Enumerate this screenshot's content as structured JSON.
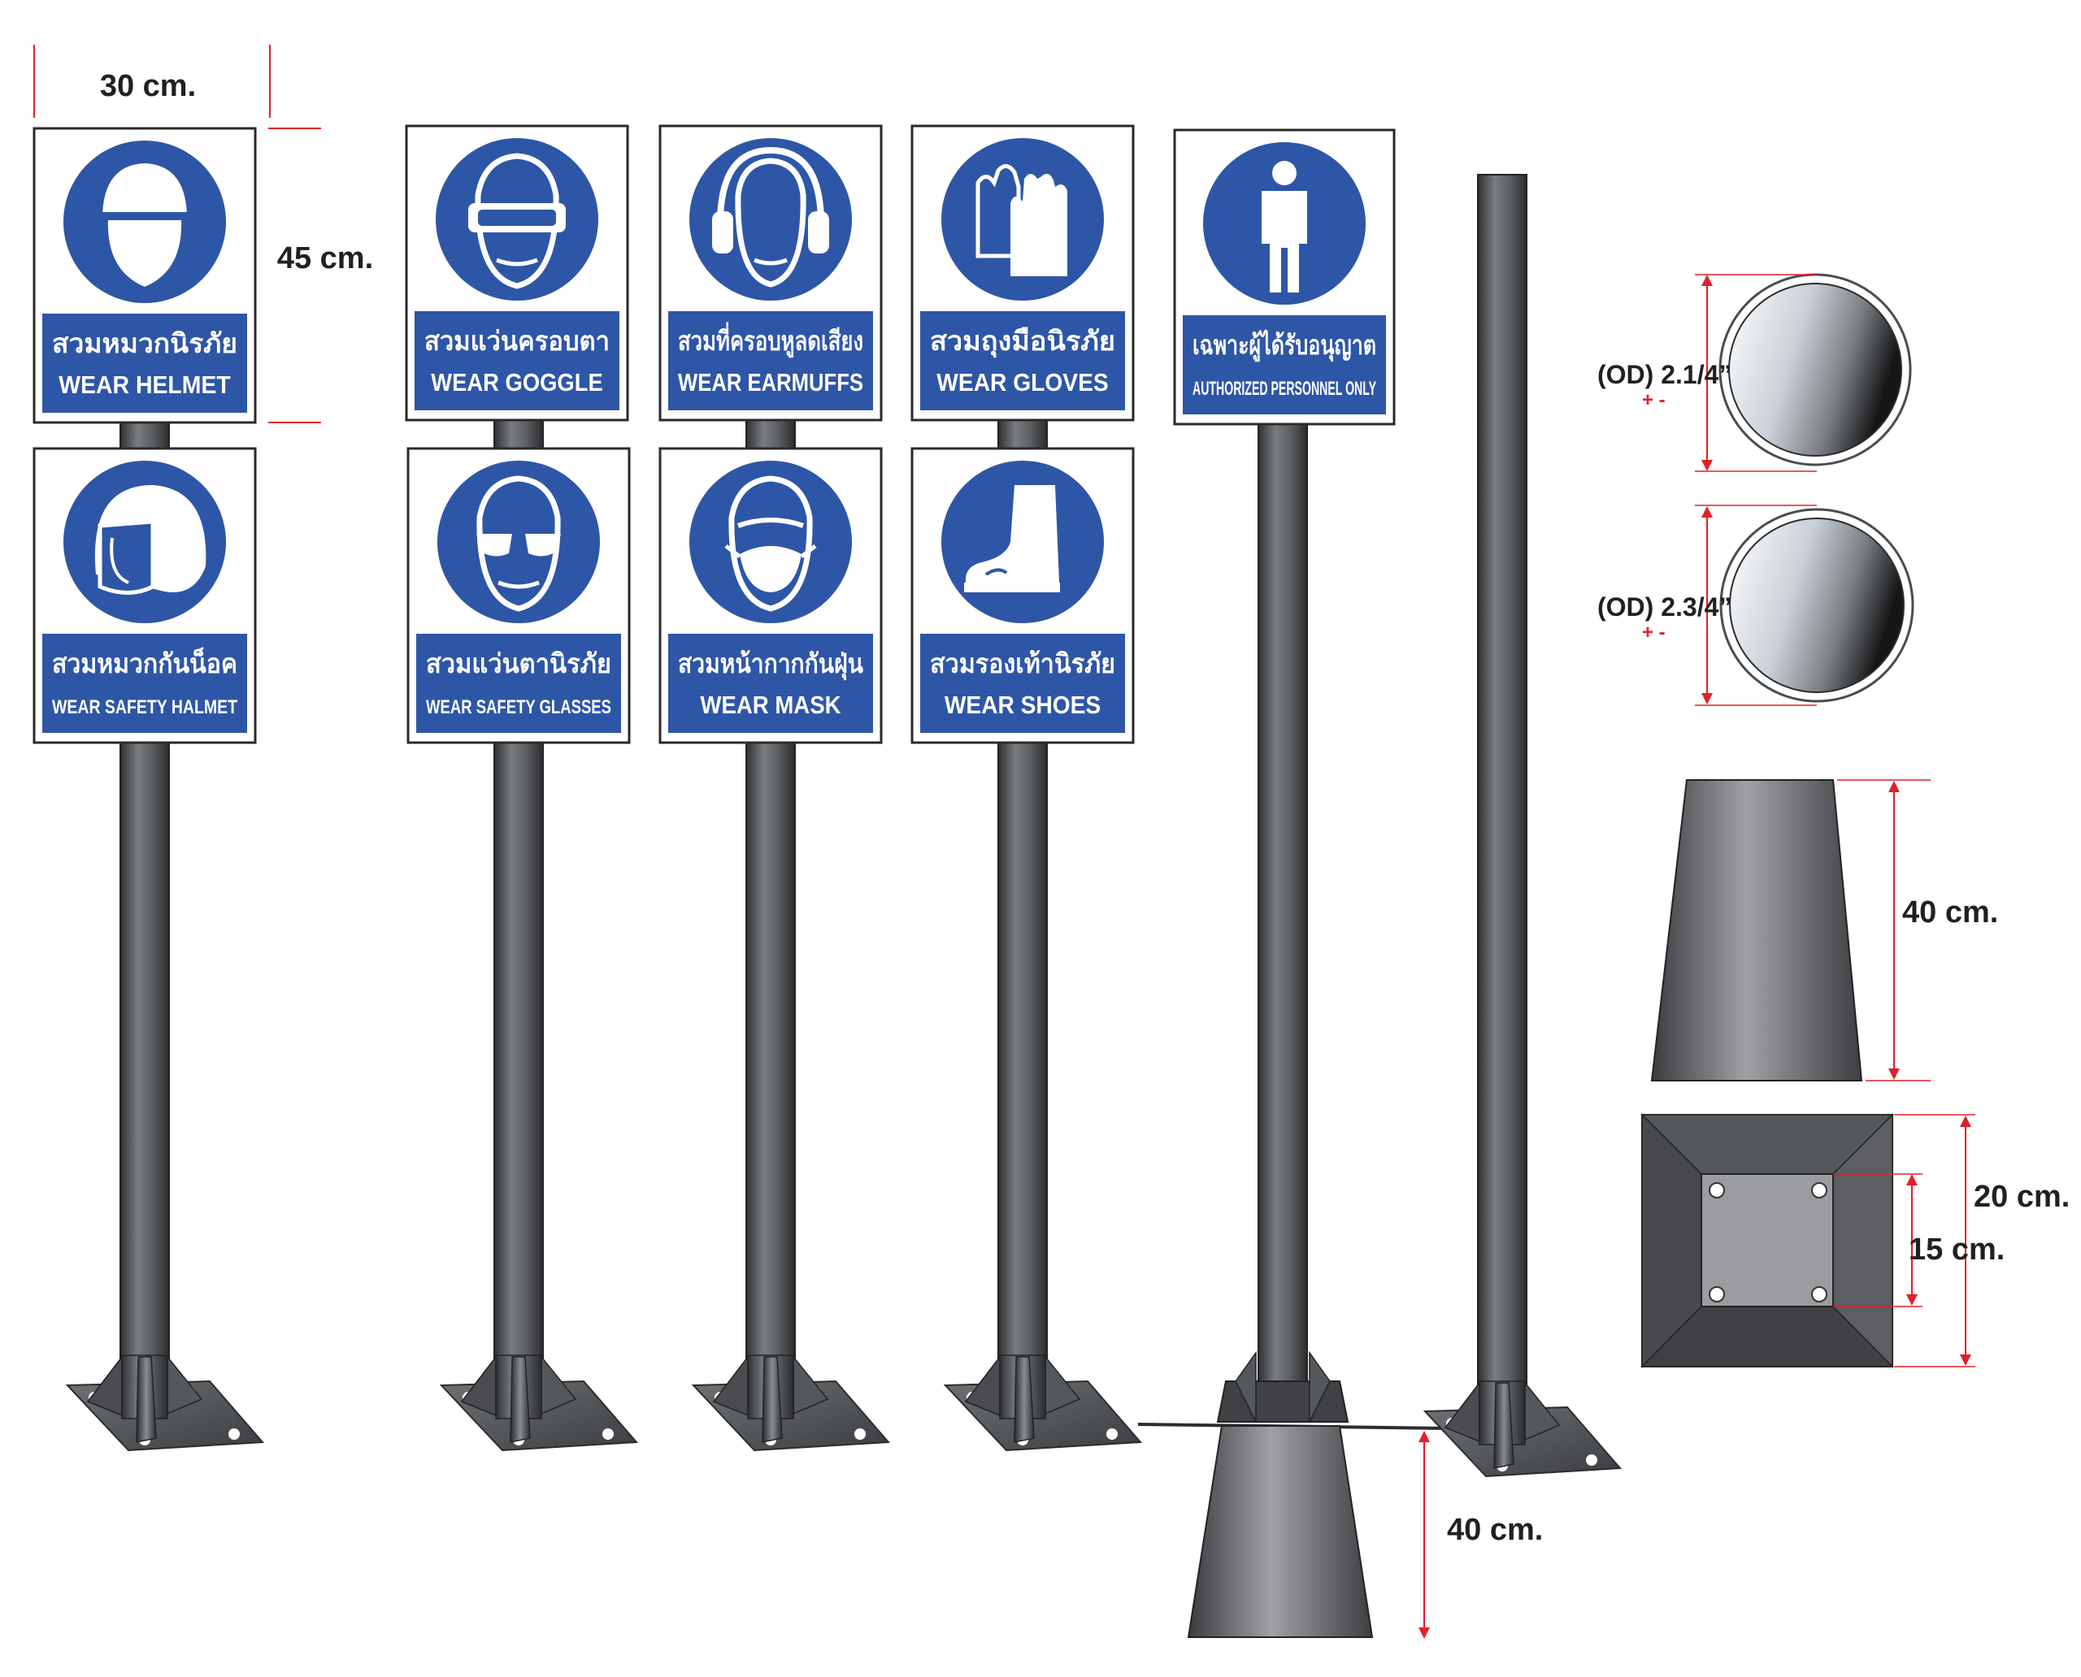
{
  "signs": [
    {
      "thai": "สวมหมวกนิรภัย",
      "eng": "WEAR HELMET",
      "icon": "helmet-icon"
    },
    {
      "thai": "สวมหมวกกันน็อค",
      "eng": "WEAR SAFETY HALMET",
      "icon": "face-shield-helmet-icon"
    },
    {
      "thai": "สวมแว่นครอบตา",
      "eng": "WEAR GOGGLE",
      "icon": "goggles-icon"
    },
    {
      "thai": "สวมแว่นตานิรภัย",
      "eng": "WEAR SAFETY GLASSES",
      "icon": "safety-glasses-icon"
    },
    {
      "thai": "สวมที่ครอบหูลดเสียง",
      "eng": "WEAR EARMUFFS",
      "icon": "earmuffs-icon"
    },
    {
      "thai": "สวมหน้ากากกันฝุ่น",
      "eng": "WEAR MASK",
      "icon": "mask-icon"
    },
    {
      "thai": "สวมถุงมือนิรภัย",
      "eng": "WEAR GLOVES",
      "icon": "gloves-icon"
    },
    {
      "thai": "สวมรองเท้านิรภัย",
      "eng": "WEAR SHOES",
      "icon": "boots-icon"
    },
    {
      "thai": "เฉพาะผู้ได้รับอนุญาต",
      "eng": "AUTHORIZED PERSONNEL ONLY",
      "icon": "person-icon"
    }
  ],
  "dimensions": {
    "sign_width": "30 cm.",
    "sign_height": "45 cm.",
    "pipe_od_small": "(OD) 2.1/4”",
    "pipe_od_large": "(OD) 2.3/4”",
    "tolerance": "+ -",
    "cone_height": "40 cm.",
    "base_outer": "20 cm.",
    "base_inner": "15 cm.",
    "ground_depth": "40 cm."
  },
  "colors": {
    "sign_blue": "#2e56a6",
    "pole": "#5c5e61",
    "dimension_red": "#e0202a"
  }
}
